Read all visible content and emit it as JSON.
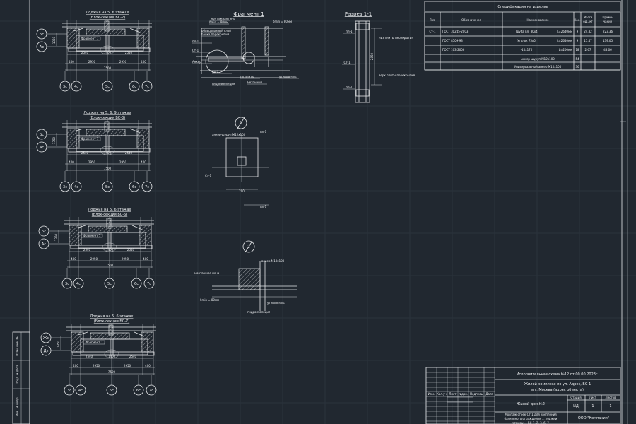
{
  "colors": {
    "background": "#212830",
    "lines": "#e6e8ea"
  },
  "plans": [
    {
      "title": "Лоджия на 5, 6 этажах",
      "subtitle": "(Блок-секция БС-2)",
      "fragment": "Фрагмент 1",
      "dims_top": [
        "2540",
        "1400",
        "2540"
      ],
      "dims_mid": [
        "400",
        "2950",
        "2950",
        "400"
      ],
      "total": "7500",
      "height": "1350",
      "axes_left": [
        "Бс",
        "Ас"
      ],
      "axes_bottom": [
        "3с",
        "4с",
        "5с",
        "6с",
        "7с"
      ]
    },
    {
      "title": "Лоджия на 5, 6, 9 этажах",
      "subtitle": "(Блок-секция БС-3)",
      "fragment": "Фрагмент 1",
      "dims_top": [
        "2540",
        "1400",
        "2540"
      ],
      "dims_mid": [
        "400",
        "2950",
        "2950",
        "400"
      ],
      "total": "7500",
      "height": "1350",
      "axes_left": [
        "Бс",
        "Ас"
      ],
      "axes_bottom": [
        "3с",
        "4с",
        "5с",
        "6с",
        "7с"
      ]
    },
    {
      "title": "Лоджия на 5, 6 этажах",
      "subtitle": "(Блок-секция БС-6)",
      "fragment": "Фрагмент 1",
      "dims_top": [
        "2540",
        "1400",
        "2540"
      ],
      "dims_mid": [
        "400",
        "2950",
        "2950",
        "400"
      ],
      "total": "7500",
      "height": "1350",
      "axes_left": [
        "Бс",
        "Ас"
      ],
      "axes_bottom": [
        "3с",
        "4с",
        "5с",
        "6с",
        "7с"
      ]
    },
    {
      "title": "Лоджия на 5, 6 этажах",
      "subtitle": "(Блок-секция БС-7)",
      "fragment": "Фрагмент 1",
      "dims_top": [
        "2540",
        "1400",
        "2540"
      ],
      "dims_mid": [
        "400",
        "2950",
        "2950",
        "400"
      ],
      "total": "7500",
      "height": "1350",
      "axes_left": [
        "Жс",
        "Дс"
      ],
      "axes_bottom": [
        "3с",
        "4с",
        "5с",
        "6с",
        "7с"
      ]
    }
  ],
  "fragment": {
    "title": "Фрагмент 1",
    "labels": [
      "монтажная пена",
      "δmin = 80мм",
      "облицовочный слой",
      "балка перекрытия",
      "пл-1",
      "Ст-1",
      "Анкер",
      "пл-2",
      "гидроизоляция",
      "Бетонный",
      "пл.плиты",
      "утеплитель"
    ]
  },
  "section": {
    "title": "Разрез 1-1",
    "labels": [
      "пл-1",
      "Ст-1",
      "пл-1",
      "низ плиты перекрытия",
      "верх плиты перекрытия"
    ],
    "height": "2850"
  },
  "node1": {
    "number": "1",
    "labels": [
      "анкер-шуруп М12х100",
      "пл-1",
      "Ст-1",
      "200",
      "пл-1"
    ]
  },
  "node2": {
    "number": "2",
    "labels": [
      "монтажная пена",
      "δmin = 80мм",
      "гидроизоляция",
      "анкер М10х100",
      "утеплитель"
    ]
  },
  "spec": {
    "title": "Спецификация на изделие",
    "headers": [
      "Поз.",
      "Обозначение",
      "Наименование",
      "Кол.",
      "Масса ед., кг",
      "Приме-чание"
    ],
    "rows": [
      {
        "pos": "Ст-1",
        "doc": "ГОСТ 30245-2003",
        "name": "Труба пл. 80х4",
        "len": "L=2640мм",
        "qty": "9",
        "mass": "24.82",
        "note": "223.36"
      },
      {
        "pos": "",
        "doc": "ГОСТ 8509-93",
        "name": "Уголок 75х5",
        "len": "L=2640мм",
        "qty": "9",
        "mass": "15.47",
        "note": "139.05"
      },
      {
        "pos": "",
        "doc": "ГОСТ 103-2006",
        "name": "-10х170",
        "len": "L=200мм",
        "qty": "18",
        "mass": "2.67",
        "note": "48.06"
      },
      {
        "pos": "",
        "doc": "",
        "name": "Анкер-шуруп М12х100",
        "len": "",
        "qty": "54",
        "mass": "",
        "note": ""
      },
      {
        "pos": "",
        "doc": "",
        "name": "Универсальный анкер М10х100",
        "len": "",
        "qty": "36",
        "mass": "",
        "note": ""
      }
    ]
  },
  "titleblock": {
    "header_cols": [
      "Изм.",
      "Кол.уч.",
      "Лист",
      "№док.",
      "Подпись",
      "Дата"
    ],
    "line1": "Исполнительная схема №12 от 00.00.2023г.",
    "line2": "Жилой комплекс по ул. Адрес, БС-1",
    "line3": "в г. Москва (адрес объекта)",
    "building": "Жилой дом №2",
    "stage_h": "Стадия",
    "sheet_h": "Лист",
    "sheets_h": "Листов",
    "stage": "ИД",
    "sheet": "1",
    "sheets": "1",
    "desc1": "Монтаж стоек Ст-1 для крепления",
    "desc2": "балконного ограждения ... лоджии",
    "desc3": "этажах ... БС-1, 2, 3, 6, 7",
    "company": "ООО \"Компания\""
  },
  "side_stamp": [
    "Взам. инв. №",
    "Подп. и дата",
    "Инв. № подл."
  ]
}
